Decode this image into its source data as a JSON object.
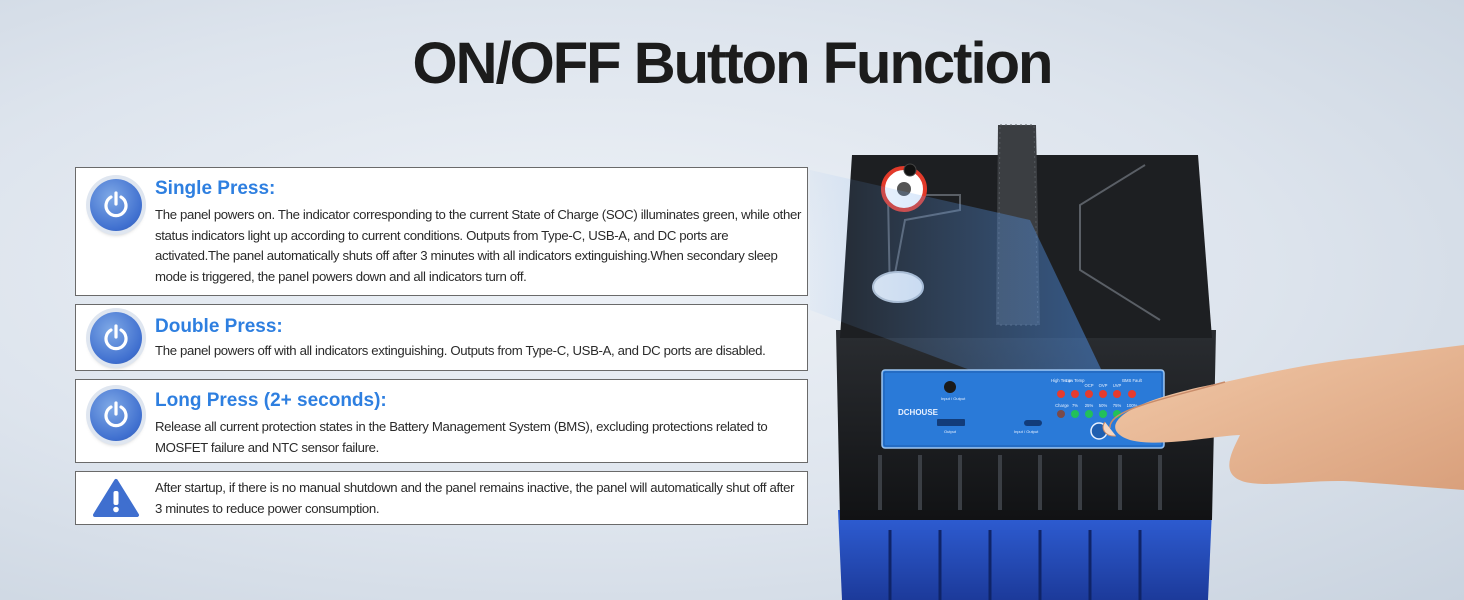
{
  "page": {
    "title": "ON/OFF Button Function"
  },
  "cards": [
    {
      "icon": "power-icon",
      "heading": "Single Press:",
      "body": "The panel powers on. The indicator corresponding to the current State of Charge (SOC) illuminates green, while other status indicators light up according to current conditions. Outputs from Type-C, USB-A, and DC ports are activated.The panel automatically shuts off after 3 minutes with all indicators extinguishing.When secondary sleep mode is triggered, the panel powers down and all indicators turn off."
    },
    {
      "icon": "power-icon",
      "heading": "Double Press:",
      "body": "The panel powers off with all indicators extinguishing. Outputs from Type-C, USB-A, and DC ports are disabled."
    },
    {
      "icon": "power-icon",
      "heading": "Long Press (2+ seconds):",
      "body": "Release all current protection states in the Battery Management System (BMS), excluding protections related to MOSFET failure and NTC sensor failure."
    },
    {
      "icon": "warning-icon",
      "body": "After startup, if there is no manual shutdown and the panel remains inactive, the panel will automatically shut off after 3 minutes to reduce power consumption."
    }
  ],
  "device": {
    "brand": "DCHOUSE",
    "port_input_output": "Input / Output",
    "port_output": "Output",
    "indicators_row1": [
      "High Temp",
      "Low Temp",
      "OCP",
      "OVP",
      "UVP",
      "BMS Fault"
    ],
    "charge_label": "Charge",
    "indicators_row2": [
      "7%",
      "25%",
      "50%",
      "75%",
      "100%"
    ]
  },
  "colors": {
    "accent": "#2e7fe0",
    "icon_blue": "#3f6fcf",
    "panel_blue": "#2a7ad8",
    "indicator_red": "#e63b2e",
    "indicator_green": "#22c05a"
  }
}
